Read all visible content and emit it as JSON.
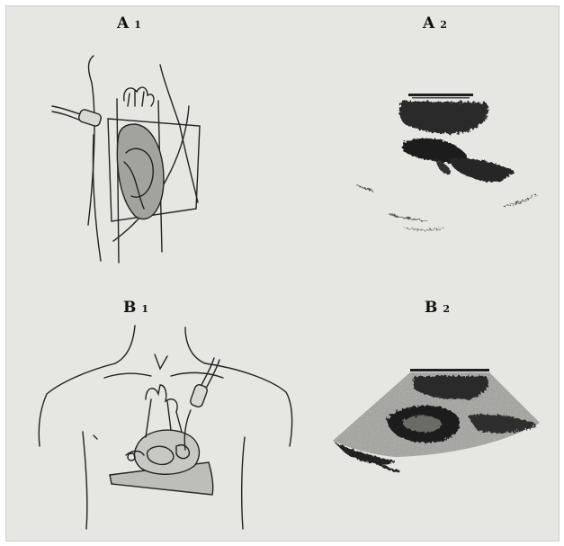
{
  "panels": {
    "a1": {
      "letter": "A",
      "number": "1"
    },
    "a2": {
      "letter": "A",
      "number": "2"
    },
    "b1": {
      "letter": "B",
      "number": "1"
    },
    "b2": {
      "letter": "B",
      "number": "2"
    }
  },
  "colors": {
    "background": "#e6e6e3",
    "line": "#222222",
    "heart_fill": "#9a9a96",
    "ultrasound_dark": "#1c1c1c"
  }
}
